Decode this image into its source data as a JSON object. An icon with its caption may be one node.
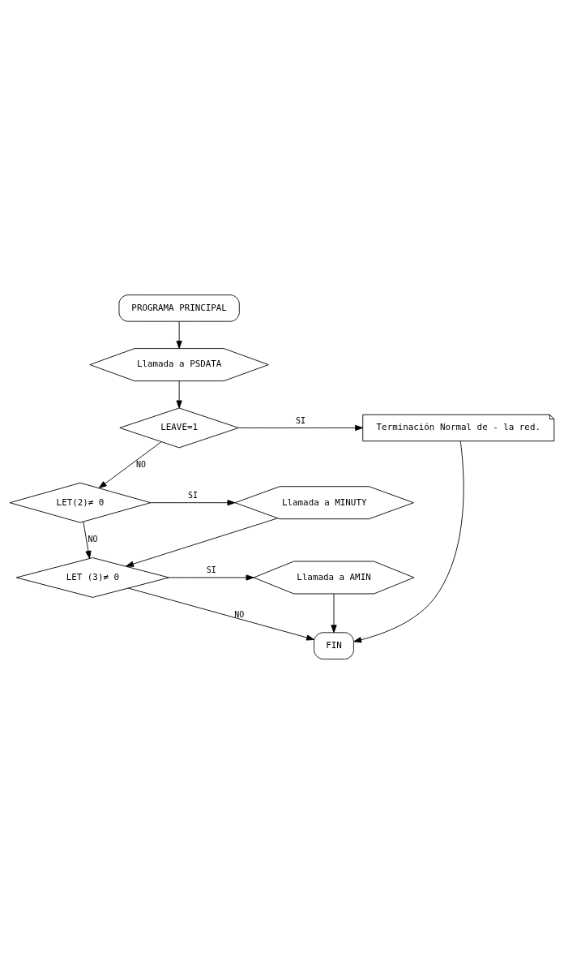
{
  "diagram": {
    "nodes": [
      {
        "text": [
          "PROGRAMA PRINCIPAL"
        ]
      },
      {
        "text": [
          "Llamada a PSDATA"
        ]
      },
      {
        "text": [
          "LEAVE=1"
        ]
      },
      {
        "text": [
          "Terminación Normal de - la red."
        ]
      },
      {
        "text": [
          "FIN"
        ]
      },
      {
        "text": [
          "LET(2)≠ 0"
        ]
      },
      {
        "text": [
          "Llamada a MINUTY"
        ]
      },
      {
        "text": [
          "LET (3)≠ 0"
        ]
      },
      {
        "text": [
          "Llamada a AMIN"
        ]
      }
    ],
    "edges": [
      {
        "from": 0,
        "to": 1,
        "arrow": "to"
      },
      {
        "from": 1,
        "to": 2,
        "arrow": "to"
      },
      {
        "from": 2,
        "to": 3,
        "arrow": "to",
        "label": "SI"
      },
      {
        "from": 3,
        "to": 4,
        "arrow": "to"
      },
      {
        "from": 2,
        "to": 5,
        "arrow": "to",
        "label": "NO"
      },
      {
        "from": 5,
        "to": 6,
        "arrow": "to",
        "label": "SI"
      },
      {
        "from": 5,
        "to": 7,
        "arrow": "to",
        "label": "NO"
      },
      {
        "from": 6,
        "to": 7,
        "arrow": "to"
      },
      {
        "from": 7,
        "to": 8,
        "arrow": "to",
        "label": "SI"
      },
      {
        "from": 7,
        "to": 4,
        "arrow": "to",
        "label": "NO"
      },
      {
        "from": 8,
        "to": 4,
        "arrow": "to"
      }
    ]
  }
}
